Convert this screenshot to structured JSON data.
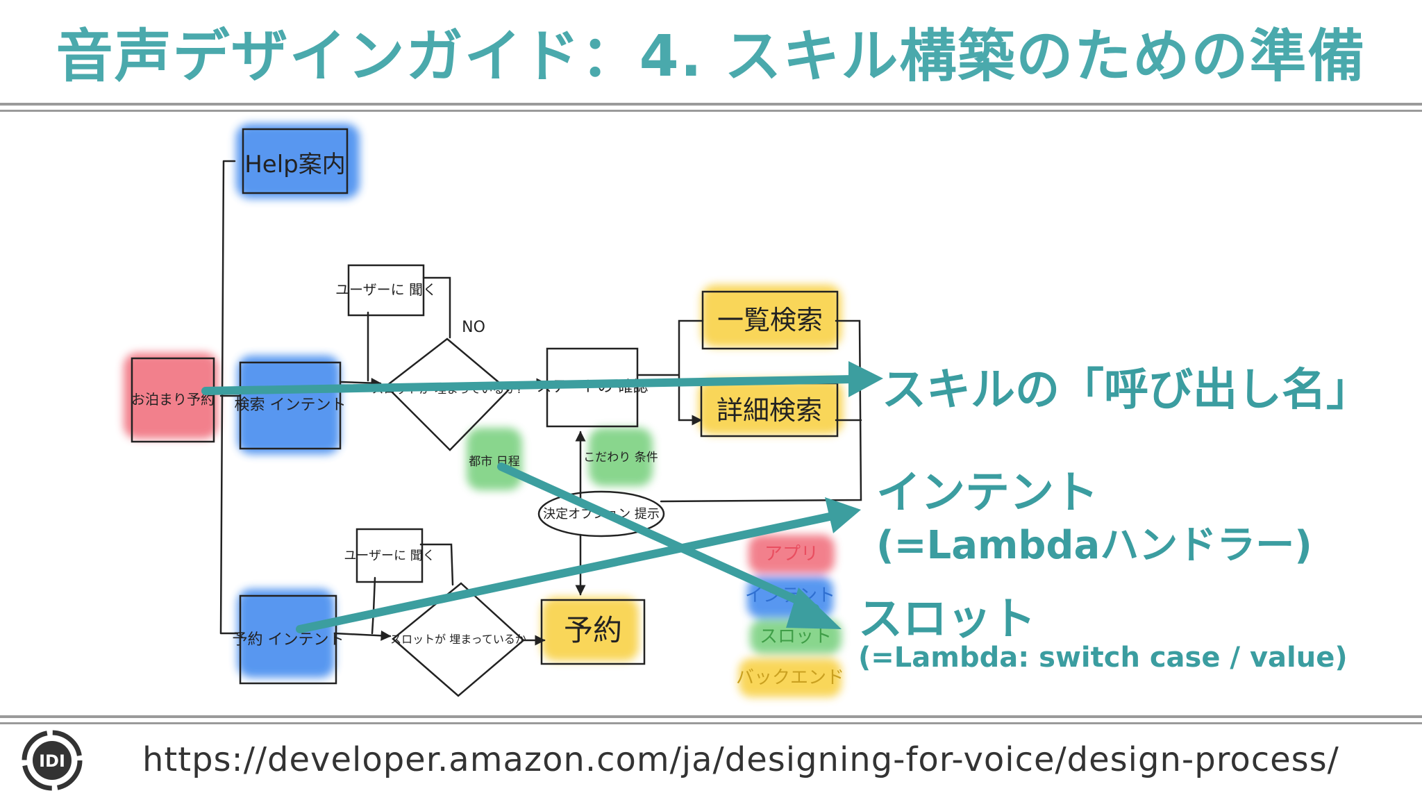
{
  "title": "音声デザインガイド：4. スキル構築のための準備",
  "diagram": {
    "nodes": {
      "help": "Help案内",
      "reservation_entry": "お泊まり予約",
      "search_intent": "検索 インテント",
      "ask_user_top": "ユーザーに 聞く",
      "no_label": "NO",
      "slot_check_top": "スロットが 埋まっているか?",
      "state_confirm": "ステートの 確認",
      "list_search": "一覧検索",
      "detail_search": "詳細検索",
      "city_date": "都市 日程",
      "conditions": "こだわり 条件",
      "decision": "決定オプション 提示",
      "ask_user_bottom": "ユーザーに 聞く",
      "book_intent": "予約 インテント",
      "slot_check_bottom": "スロットが 埋まっているか",
      "book": "予約"
    },
    "legend": [
      "アプリ",
      "インテント",
      "スロット",
      "バックエンド"
    ],
    "colors": {
      "red": "#f06a78",
      "blue": "#3a86ee",
      "yellow": "#f8cf3c",
      "green": "#74cf7a",
      "arrow": "#3c9e9f"
    }
  },
  "annotations": {
    "invocation": "スキルの「呼び出し名」",
    "intent_line1": "インテント",
    "intent_line2": "(=Lambdaハンドラー)",
    "slot_line1": "スロット",
    "slot_line2": "(=Lambda: switch case / value)"
  },
  "footer": {
    "url": "https://developer.amazon.com/ja/designing-for-voice/design-process/",
    "logo_text": "IDI"
  }
}
